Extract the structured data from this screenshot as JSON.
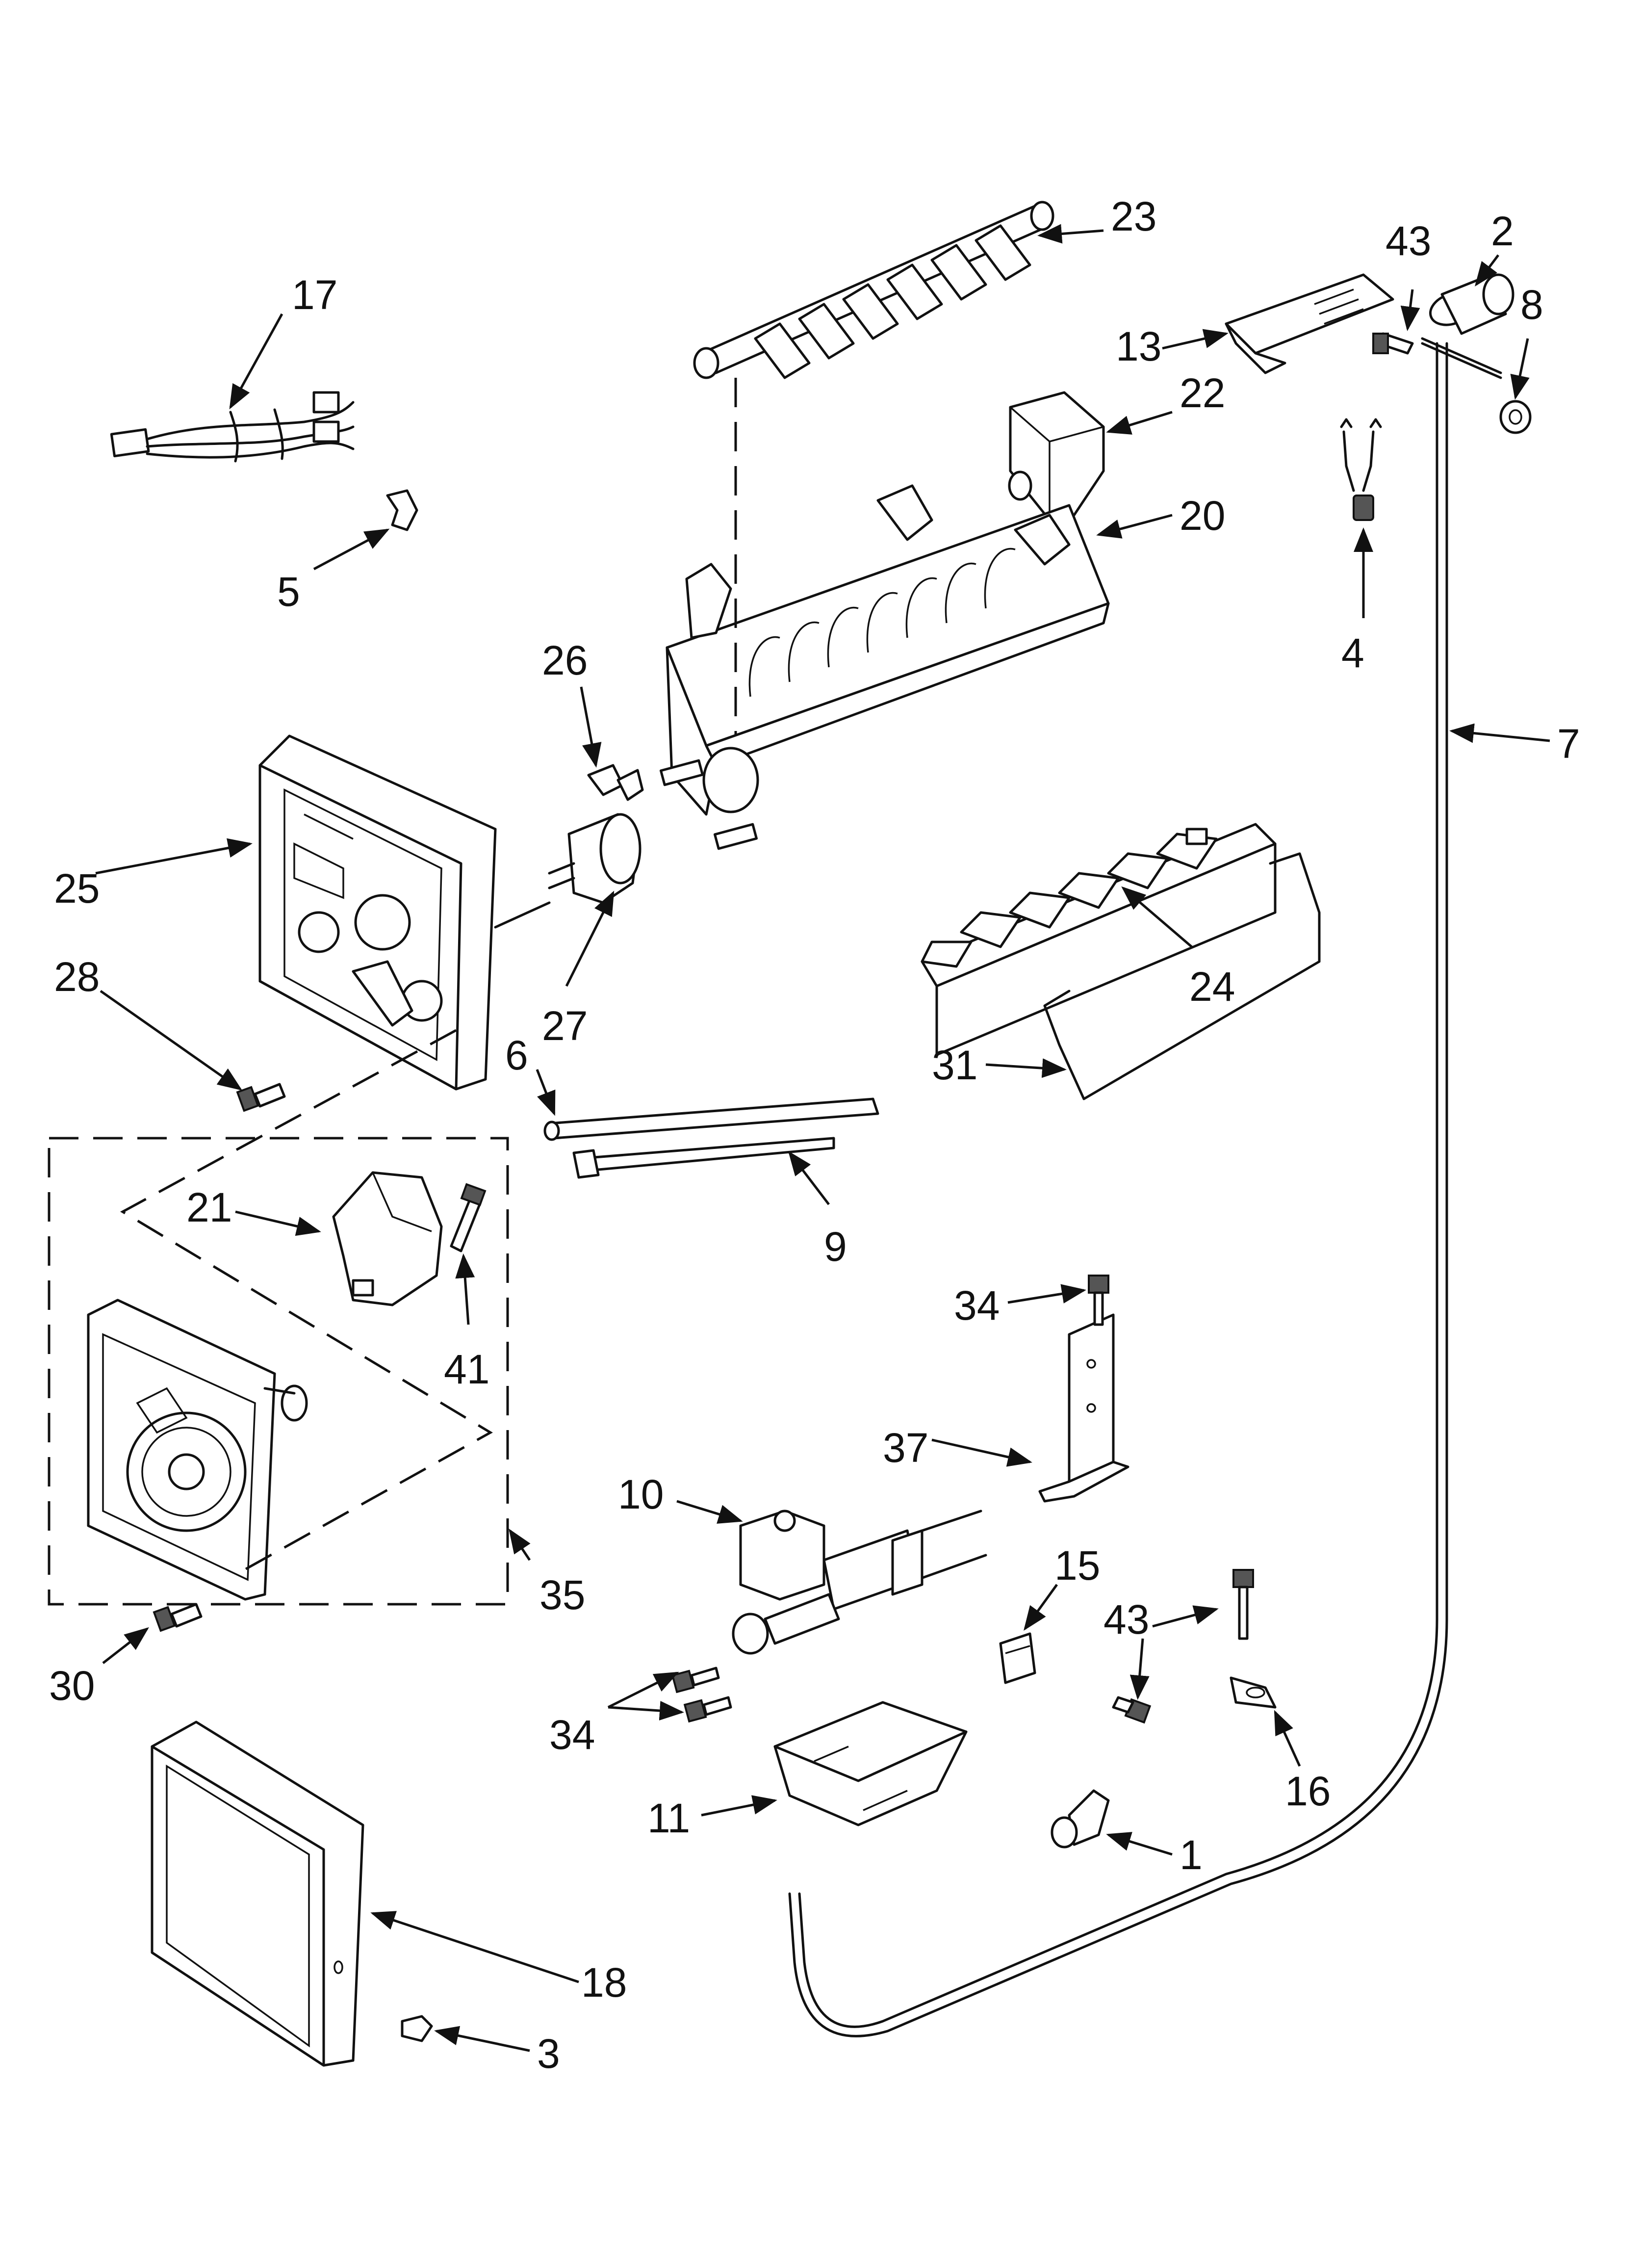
{
  "diagram": {
    "callouts": [
      {
        "id": "c23",
        "text": "23"
      },
      {
        "id": "c43a",
        "text": "43"
      },
      {
        "id": "c2",
        "text": "2"
      },
      {
        "id": "c17",
        "text": "17"
      },
      {
        "id": "c8",
        "text": "8"
      },
      {
        "id": "c13",
        "text": "13"
      },
      {
        "id": "c22",
        "text": "22"
      },
      {
        "id": "c20",
        "text": "20"
      },
      {
        "id": "c5",
        "text": "5"
      },
      {
        "id": "c4",
        "text": "4"
      },
      {
        "id": "c26",
        "text": "26"
      },
      {
        "id": "c7",
        "text": "7"
      },
      {
        "id": "c25",
        "text": "25"
      },
      {
        "id": "c24",
        "text": "24"
      },
      {
        "id": "c28",
        "text": "28"
      },
      {
        "id": "c27",
        "text": "27"
      },
      {
        "id": "c31",
        "text": "31"
      },
      {
        "id": "c6",
        "text": "6"
      },
      {
        "id": "c21",
        "text": "21"
      },
      {
        "id": "c9",
        "text": "9"
      },
      {
        "id": "c41",
        "text": "41"
      },
      {
        "id": "c34a",
        "text": "34"
      },
      {
        "id": "c37",
        "text": "37"
      },
      {
        "id": "c10",
        "text": "10"
      },
      {
        "id": "c15",
        "text": "15"
      },
      {
        "id": "c43b",
        "text": "43"
      },
      {
        "id": "c35",
        "text": "35"
      },
      {
        "id": "c30",
        "text": "30"
      },
      {
        "id": "c34b",
        "text": "34"
      },
      {
        "id": "c16",
        "text": "16"
      },
      {
        "id": "c11",
        "text": "11"
      },
      {
        "id": "c1",
        "text": "1"
      },
      {
        "id": "c18",
        "text": "18"
      },
      {
        "id": "c3",
        "text": "3"
      }
    ]
  }
}
